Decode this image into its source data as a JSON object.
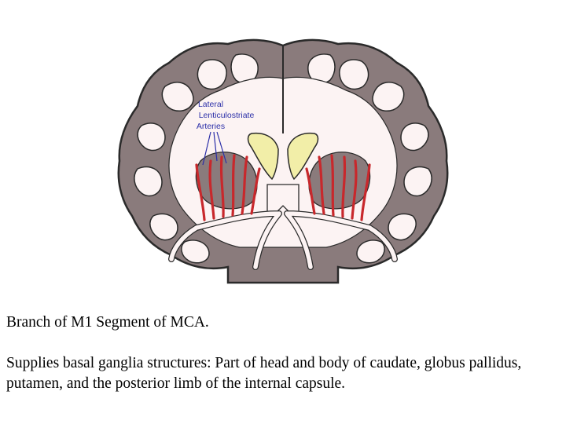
{
  "diagram": {
    "label_lines": [
      "Lateral",
      "Lenticulostriate",
      "Arteries"
    ],
    "colors": {
      "gray_matter": "#8a7b7c",
      "white_matter": "#fcf3f3",
      "outline": "#2a2a2a",
      "artery": "#c8282c",
      "ventricle": "#f2eea8",
      "label": "#2b2fa8"
    }
  },
  "caption": {
    "line1": "Branch of M1 Segment of MCA.",
    "line2": "Supplies basal ganglia structures: Part of head and body of caudate, globus pallidus, putamen, and the posterior limb of the internal capsule."
  }
}
